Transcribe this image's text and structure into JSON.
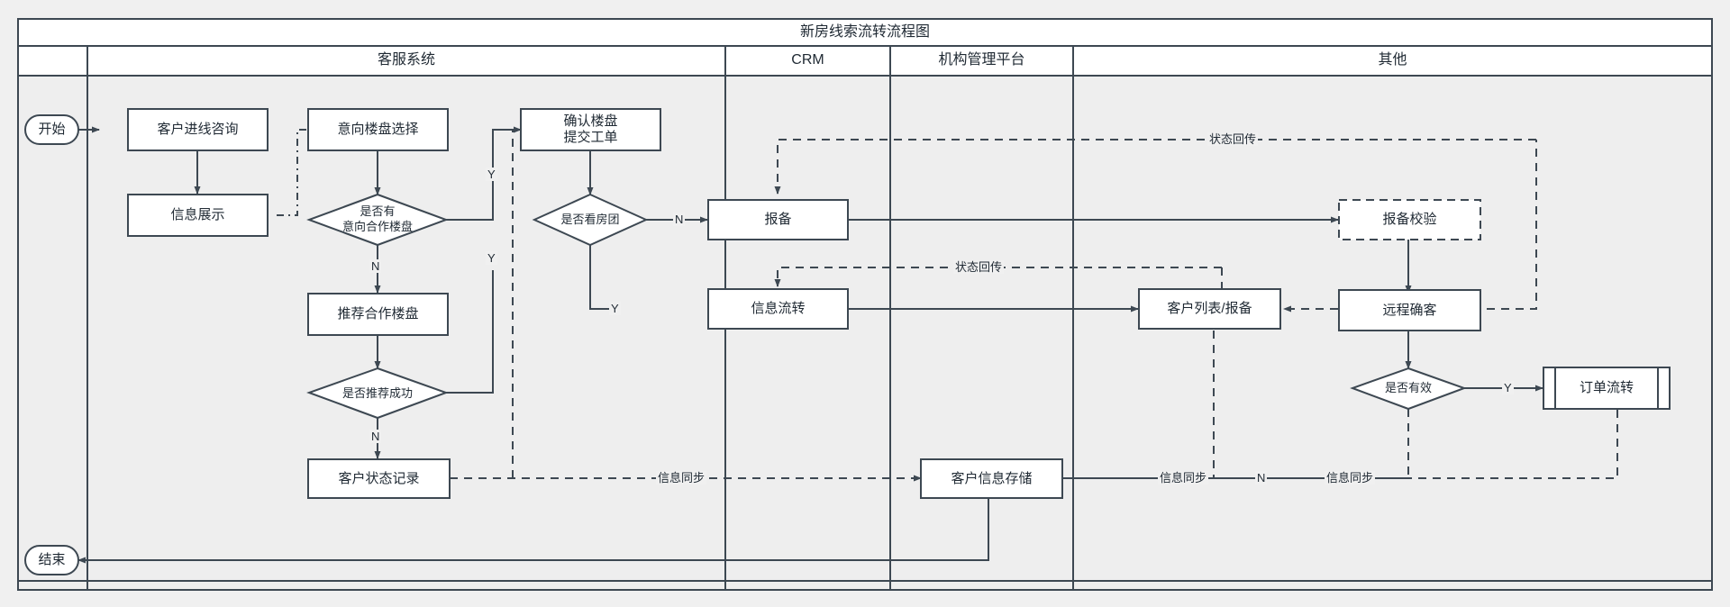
{
  "diagram": {
    "title": "新房线索流转流程图",
    "background": "#f0f0f0",
    "line_color": "#3d4852",
    "node_fill": "#ffffff",
    "lanes": [
      {
        "id": "lane-blank",
        "label": ""
      },
      {
        "id": "lane-kefu",
        "label": "客服系统"
      },
      {
        "id": "lane-crm",
        "label": "CRM"
      },
      {
        "id": "lane-jigou",
        "label": "机构管理平台"
      },
      {
        "id": "lane-qita",
        "label": "其他"
      }
    ],
    "nodes": [
      {
        "id": "start",
        "label": "开始",
        "shape": "terminator"
      },
      {
        "id": "inquiry",
        "label": "客户进线咨询",
        "shape": "process"
      },
      {
        "id": "info-show",
        "label": "信息展示",
        "shape": "process"
      },
      {
        "id": "estate-pick",
        "label": "意向楼盘选择",
        "shape": "process"
      },
      {
        "id": "has-intent",
        "label": "是否有\n意向合作楼盘",
        "shape": "decision"
      },
      {
        "id": "recommend",
        "label": "推荐合作楼盘",
        "shape": "process"
      },
      {
        "id": "rec-success",
        "label": "是否推荐成功",
        "shape": "decision"
      },
      {
        "id": "status-log",
        "label": "客户状态记录",
        "shape": "process"
      },
      {
        "id": "confirm-order",
        "label": "确认楼盘\n提交工单",
        "shape": "process"
      },
      {
        "id": "is-tour",
        "label": "是否看房团",
        "shape": "decision"
      },
      {
        "id": "filing",
        "label": "报备",
        "shape": "process"
      },
      {
        "id": "info-flow",
        "label": "信息流转",
        "shape": "process"
      },
      {
        "id": "info-store",
        "label": "客户信息存储",
        "shape": "process"
      },
      {
        "id": "cust-list",
        "label": "客户列表/报备",
        "shape": "process"
      },
      {
        "id": "filing-check",
        "label": "报备校验",
        "shape": "process-dashed"
      },
      {
        "id": "remote-conf",
        "label": "远程确客",
        "shape": "process"
      },
      {
        "id": "is-valid",
        "label": "是否有效",
        "shape": "decision"
      },
      {
        "id": "order-flow",
        "label": "订单流转",
        "shape": "predefined"
      },
      {
        "id": "end",
        "label": "结束",
        "shape": "terminator"
      }
    ],
    "edge_labels": [
      {
        "id": "e-has-intent-n",
        "text": "N"
      },
      {
        "id": "e-has-intent-y",
        "text": "Y"
      },
      {
        "id": "e-rec-success-y",
        "text": "Y"
      },
      {
        "id": "e-rec-success-n",
        "text": "N"
      },
      {
        "id": "e-is-tour-n",
        "text": "N"
      },
      {
        "id": "e-is-tour-y",
        "text": "Y"
      },
      {
        "id": "e-is-valid-y",
        "text": "Y"
      },
      {
        "id": "e-is-valid-n",
        "text": "N"
      },
      {
        "id": "e-status-back-1",
        "text": "状态回传"
      },
      {
        "id": "e-status-back-2",
        "text": "状态回传"
      },
      {
        "id": "e-sync-1",
        "text": "信息同步"
      },
      {
        "id": "e-sync-2",
        "text": "信息同步"
      },
      {
        "id": "e-sync-3",
        "text": "信息同步"
      }
    ]
  }
}
